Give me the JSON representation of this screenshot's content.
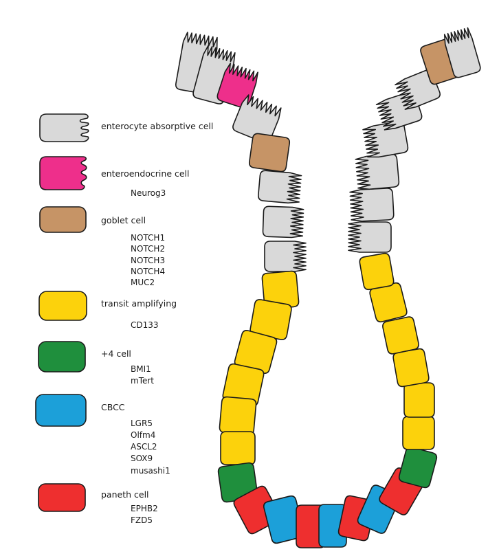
{
  "legend": [
    {
      "key": "enterocyte",
      "label": "enterocyte absorptive cell",
      "color": "#d9d9d9",
      "icon": "enterocyte-icon",
      "markers": []
    },
    {
      "key": "enteroendocrine",
      "label": "enteroendocrine cell",
      "color": "#ee2f8b",
      "icon": "enteroendocrine-icon",
      "markers": [
        "Neurog3"
      ]
    },
    {
      "key": "goblet",
      "label": "goblet cell",
      "color": "#c69466",
      "icon": "goblet-icon",
      "markers": [
        "NOTCH1",
        "NOTCH2",
        "NOTCH3",
        "NOTCH4",
        "MUC2"
      ]
    },
    {
      "key": "transit",
      "label": "transit amplifying",
      "color": "#fcd20c",
      "icon": "transit-icon",
      "markers": [
        "CD133"
      ]
    },
    {
      "key": "plus4",
      "label": "+4 cell",
      "color": "#1f8f3d",
      "icon": "plus4-icon",
      "markers": [
        "BMI1",
        "mTert"
      ]
    },
    {
      "key": "cbcc",
      "label": "CBCC",
      "color": "#1ca0d9",
      "icon": "cbcc-icon",
      "markers": [
        "LGR5",
        "Olfm4",
        "ASCL2",
        "SOX9",
        "musashi1"
      ]
    },
    {
      "key": "paneth",
      "label": "paneth cell",
      "color": "#ee2f2f",
      "icon": "paneth-icon",
      "markers": [
        "EPHB2",
        "FZD5"
      ]
    }
  ]
}
